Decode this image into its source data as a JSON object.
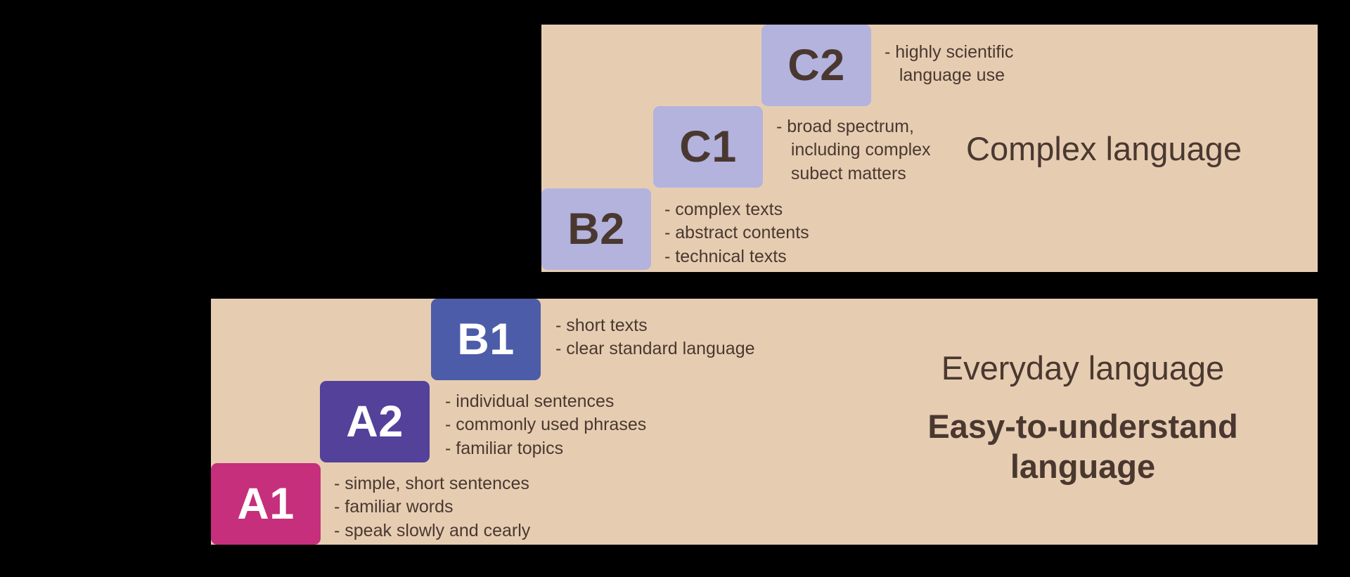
{
  "colors": {
    "background": "#000000",
    "panel": "#E6CDB2",
    "text_dark": "#4A3830",
    "text_light": "#FFFFFF",
    "badge_lavender": "#B3B3DE",
    "badge_blue": "#4D5CA8",
    "badge_purple": "#53419A",
    "badge_magenta": "#C62F7B"
  },
  "panels": [
    {
      "id": "complex",
      "name": "complex-language-panel"
    },
    {
      "id": "everyday",
      "name": "everyday-language-panel"
    }
  ],
  "levels": [
    {
      "code": "C2",
      "badge_color": "#B3B3DE",
      "text_color": "#4A3830",
      "description": "- highly scientific\n   language use",
      "group": "complex"
    },
    {
      "code": "C1",
      "badge_color": "#B3B3DE",
      "text_color": "#4A3830",
      "description": "- broad spectrum,\n   including complex\n   subect matters",
      "group": "complex"
    },
    {
      "code": "B2",
      "badge_color": "#B3B3DE",
      "text_color": "#4A3830",
      "description": "- complex texts\n- abstract contents\n- technical texts",
      "group": "complex"
    },
    {
      "code": "B1",
      "badge_color": "#4D5CA8",
      "text_color": "#FFFFFF",
      "description": "- short texts\n- clear standard language",
      "group": "everyday"
    },
    {
      "code": "A2",
      "badge_color": "#53419A",
      "text_color": "#FFFFFF",
      "description": "- individual sentences\n- commonly used phrases\n- familiar topics",
      "group": "everyday"
    },
    {
      "code": "A1",
      "badge_color": "#C62F7B",
      "text_color": "#FFFFFF",
      "description": "- simple, short sentences\n- familiar words\n- speak slowly and cearly",
      "group": "everyday"
    }
  ],
  "categories": {
    "complex": "Complex language",
    "everyday": "Everyday language",
    "easy": "Easy-to-understand\nlanguage"
  }
}
